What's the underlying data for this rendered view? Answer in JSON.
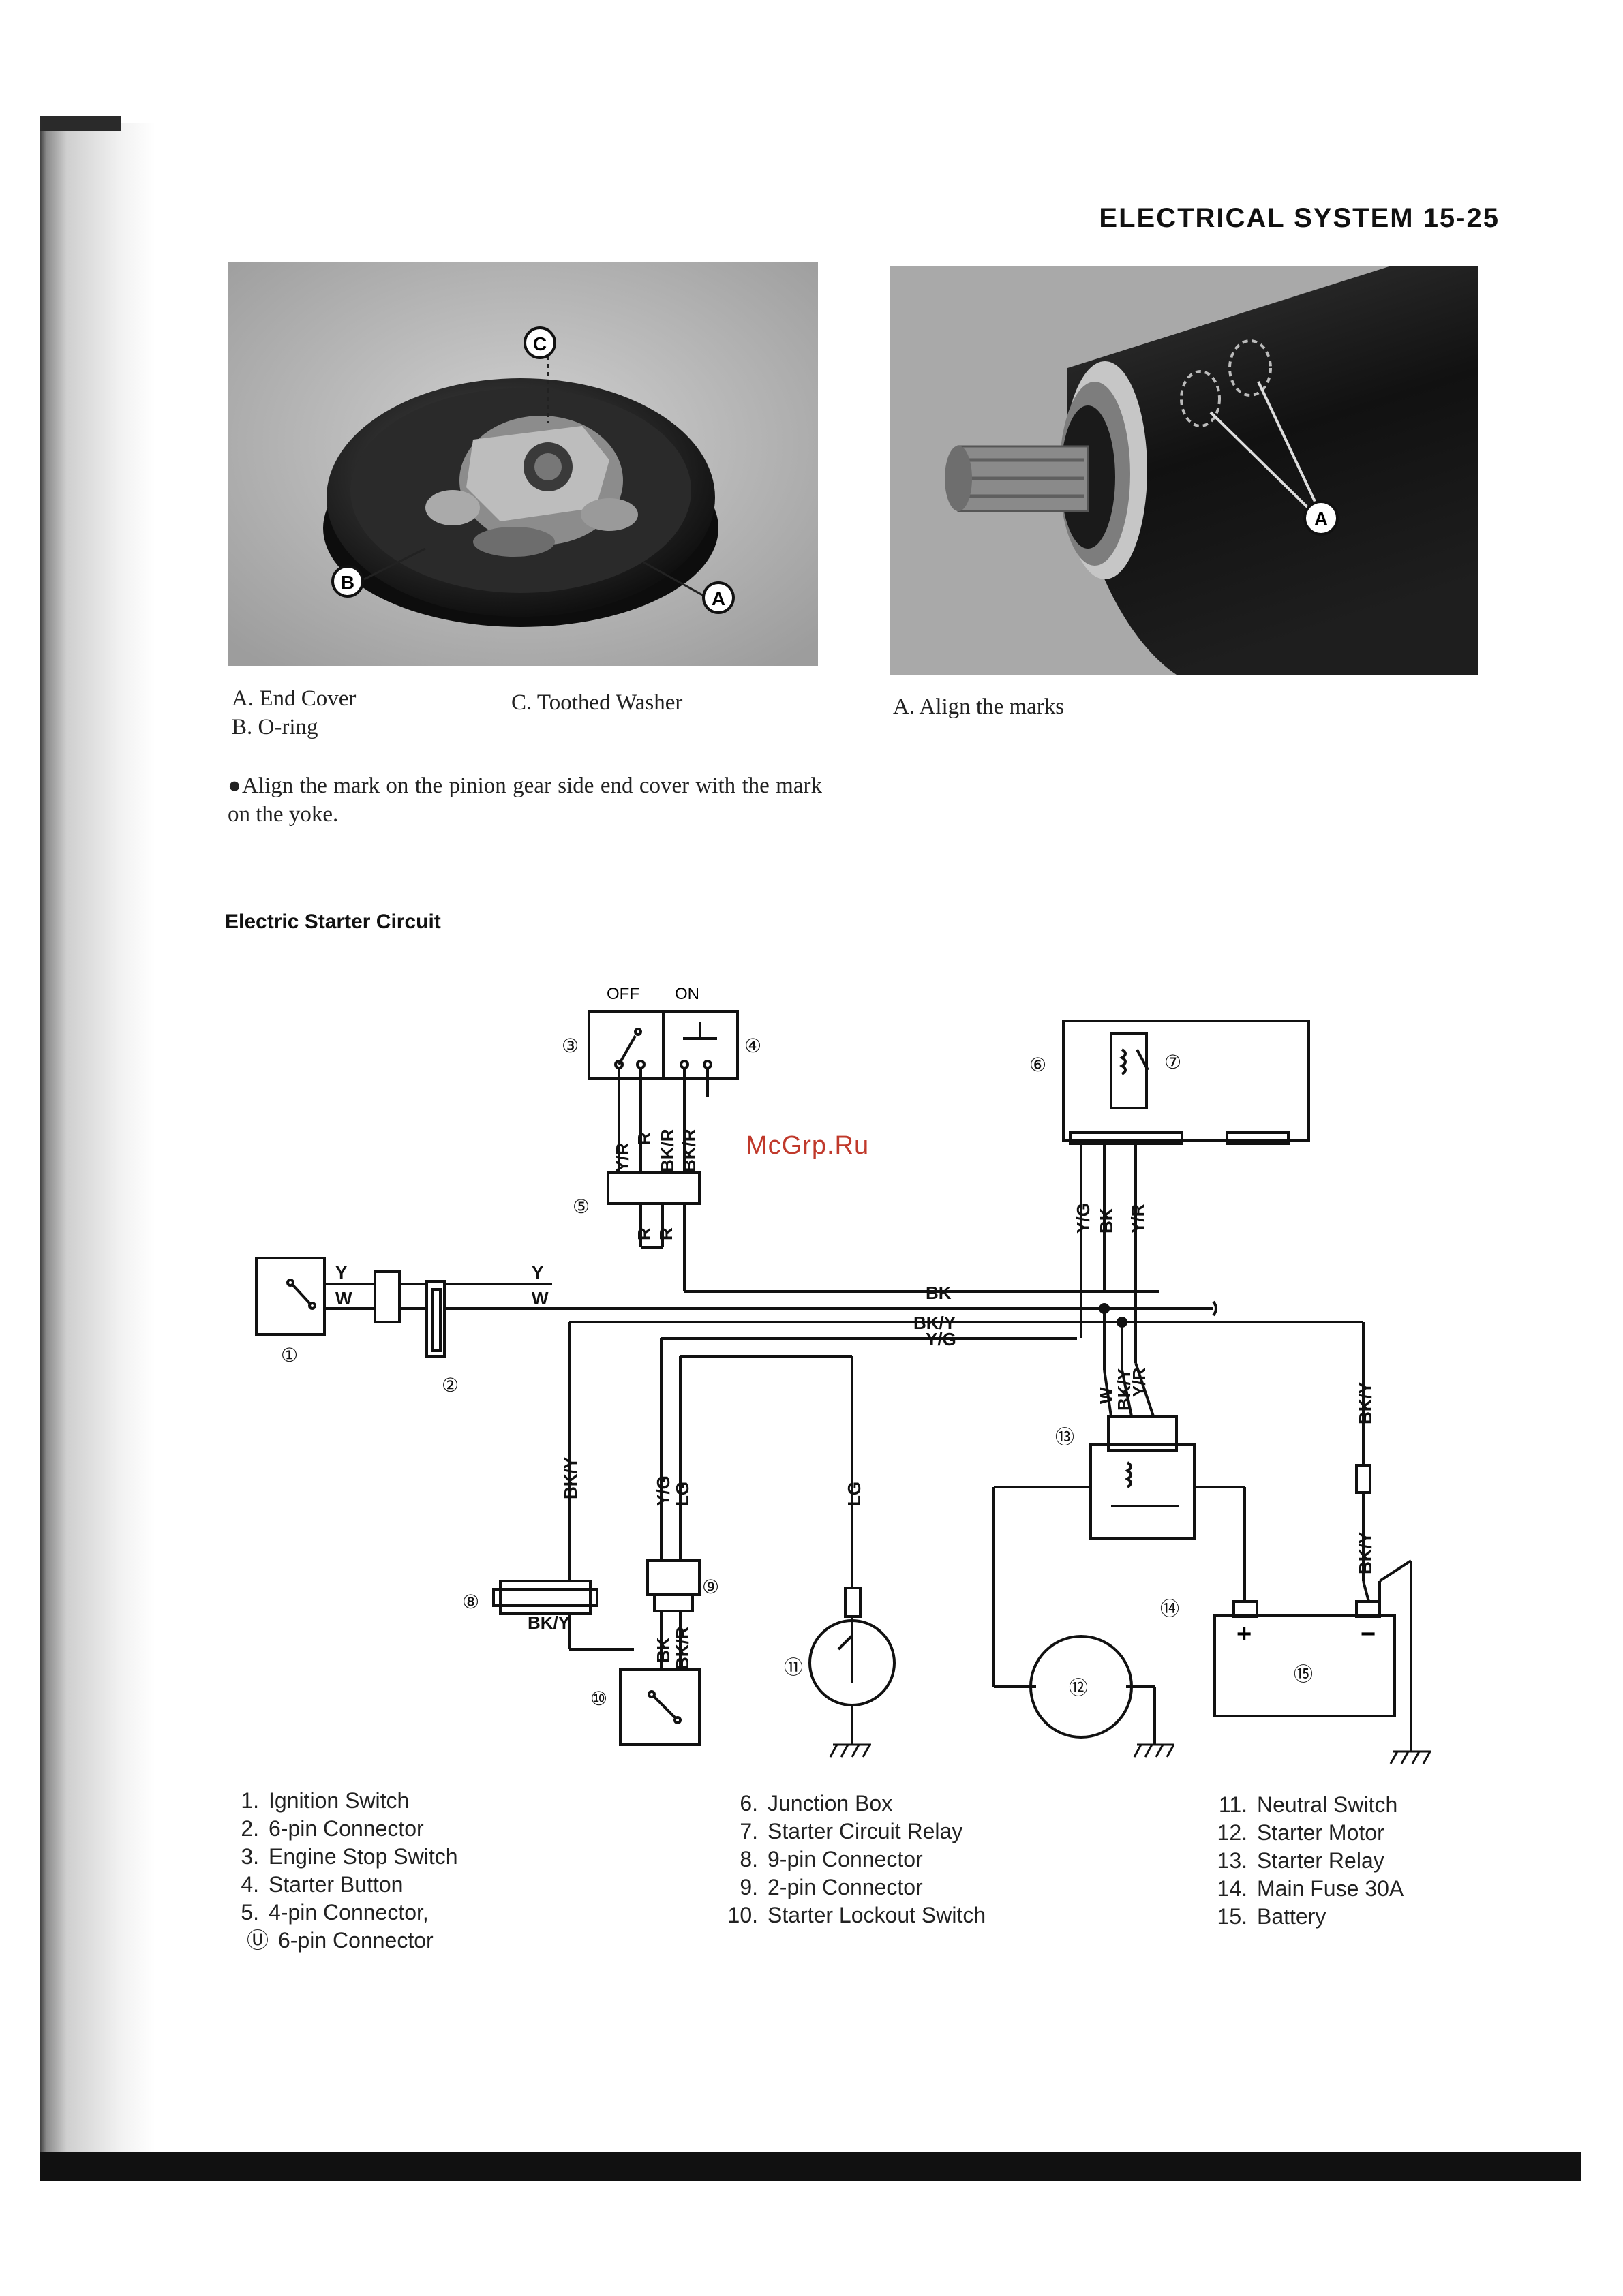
{
  "header": {
    "title": "ELECTRICAL SYSTEM 15-25"
  },
  "photo_left": {
    "labels": [
      "C",
      "B",
      "A"
    ],
    "captions": [
      "A. End Cover",
      "B. O-ring",
      "C. Toothed Washer"
    ]
  },
  "photo_right": {
    "labels": [
      "A"
    ],
    "caption": "A. Align the marks"
  },
  "instruction": "●Align the mark on the pinion gear side end cover with the mark on the yoke.",
  "section_title": "Electric Starter Circuit",
  "watermark": "McGrp.Ru",
  "diagram": {
    "switch_labels": {
      "off": "OFF",
      "on": "ON"
    },
    "component_numbers": [
      "①",
      "②",
      "③",
      "④",
      "⑤",
      "⑥",
      "⑦",
      "⑧",
      "⑨",
      "⑩",
      "⑪",
      "⑫",
      "⑬",
      "⑭",
      "⑮"
    ],
    "wire_labels": {
      "y": "Y",
      "w": "W",
      "bk": "BK",
      "bky": "BK/Y",
      "yg": "Y/G",
      "yr": "Y/R",
      "r": "R",
      "bkr": "BK/R",
      "lg": "LG"
    },
    "battery_terminals": {
      "plus": "+",
      "minus": "−"
    }
  },
  "legend": {
    "col1": [
      {
        "num": "1.",
        "label": "Ignition Switch"
      },
      {
        "num": "2.",
        "label": "6-pin Connector"
      },
      {
        "num": "3.",
        "label": "Engine Stop Switch"
      },
      {
        "num": "4.",
        "label": "Starter Button"
      },
      {
        "num": "5.",
        "label": "4-pin Connector,"
      },
      {
        "num": "Ⓤ",
        "label": "6-pin Connector"
      }
    ],
    "col2": [
      {
        "num": "6.",
        "label": "Junction Box"
      },
      {
        "num": "7.",
        "label": "Starter Circuit Relay"
      },
      {
        "num": "8.",
        "label": "9-pin Connector"
      },
      {
        "num": "9.",
        "label": "2-pin Connector"
      },
      {
        "num": "10.",
        "label": "Starter Lockout Switch"
      }
    ],
    "col3": [
      {
        "num": "11.",
        "label": "Neutral Switch"
      },
      {
        "num": "12.",
        "label": "Starter Motor"
      },
      {
        "num": "13.",
        "label": "Starter Relay"
      },
      {
        "num": "14.",
        "label": "Main Fuse 30A"
      },
      {
        "num": "15.",
        "label": "Battery"
      }
    ]
  }
}
